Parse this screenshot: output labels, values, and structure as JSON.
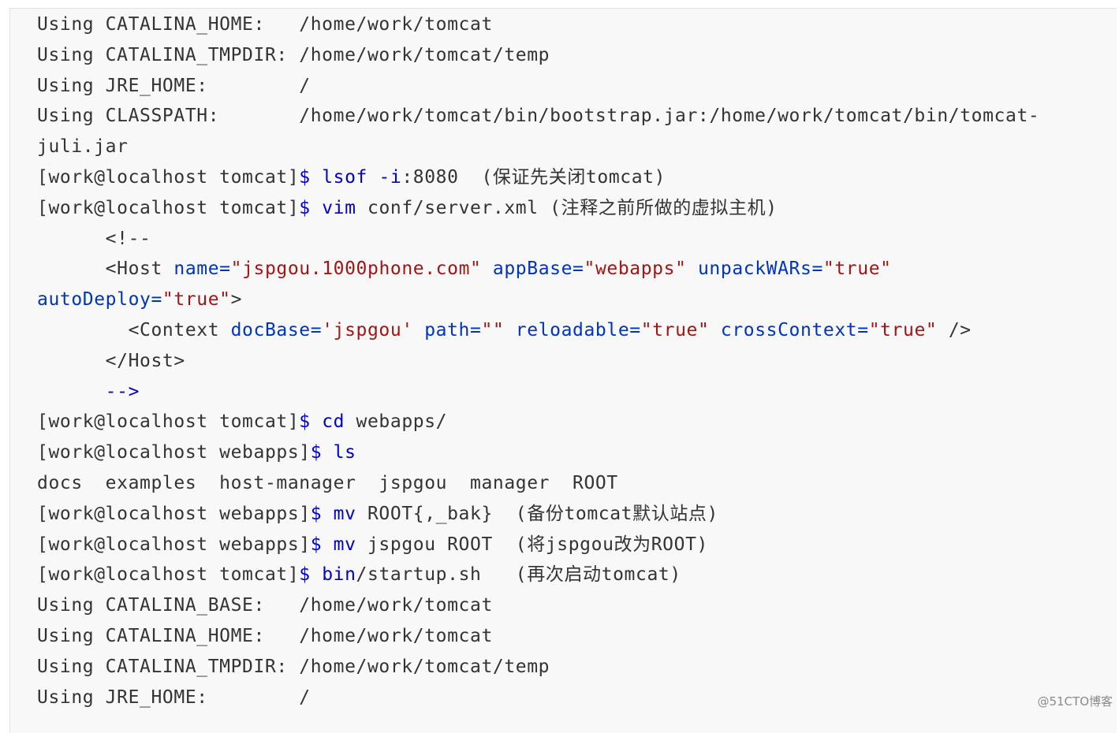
{
  "lines": {
    "l1": {
      "a": "Using CATALINA_HOME:   /home/work/tomcat"
    },
    "l2": {
      "a": "Using CATALINA_TMPDIR: /home/work/tomcat/temp"
    },
    "l3": {
      "a": "Using JRE_HOME:        /"
    },
    "l4": {
      "a": "Using CLASSPATH:       /home/work/tomcat/bin/bootstrap.jar:/home/work/tomcat/bin/tomcat-"
    },
    "l5": {
      "a": "juli.jar"
    },
    "l6": {
      "prompt": "[work@localhost tomcat]",
      "dollar": "$",
      "cmd": " lsof",
      "opt": " -i",
      "rest": ":8080  (保证先关闭tomcat)"
    },
    "l7": {
      "prompt": "[work@localhost tomcat]",
      "dollar": "$",
      "cmd": " vim",
      "rest": " conf/server.xml (注释之前所做的虚拟主机)"
    },
    "l8": {
      "a": "      <!--"
    },
    "l9": {
      "pre": "      <Host ",
      "a1": "name=",
      "v1": "\"jspgou.1000phone.com\"",
      "a2": " appBase=",
      "v2": "\"webapps\"",
      "a3": " unpackWARs=",
      "v3": "\"true\""
    },
    "l10": {
      "a4": "autoDeploy=",
      "v4": "\"true\"",
      "post": ">"
    },
    "l11": {
      "pre": "        <Context ",
      "a1": "docBase=",
      "v1": "'jspgou'",
      "a2": " path=",
      "v2": "\"\"",
      "a3": " reloadable=",
      "v3": "\"true\"",
      "a4": " crossContext=",
      "v4": "\"true\"",
      "post": " />"
    },
    "l12": {
      "a": "      </Host>"
    },
    "l13": {
      "a": "      -->"
    },
    "l14": {
      "prompt": "[work@localhost tomcat]",
      "dollar": "$",
      "cmd": " cd",
      "rest": " webapps/"
    },
    "l15": {
      "prompt": "[work@localhost webapps]",
      "dollar": "$",
      "cmd": " ls"
    },
    "l16": {
      "a": "docs  examples  host-manager  jspgou  manager  ROOT"
    },
    "l17": {
      "prompt": "[work@localhost webapps]",
      "dollar": "$",
      "cmd": " mv",
      "rest": " ROOT{,_bak}  (备份tomcat默认站点)"
    },
    "l18": {
      "prompt": "[work@localhost webapps]",
      "dollar": "$",
      "cmd": " mv",
      "rest": " jspgou ROOT  (将jspgou改为ROOT)"
    },
    "l19": {
      "prompt": "[work@localhost tomcat]",
      "dollar": "$",
      "cmd": " bin",
      "rest": "/startup.sh   (再次启动tomcat)"
    },
    "l20": {
      "a": "Using CATALINA_BASE:   /home/work/tomcat"
    },
    "l21": {
      "a": "Using CATALINA_HOME:   /home/work/tomcat"
    },
    "l22": {
      "a": "Using CATALINA_TMPDIR: /home/work/tomcat/temp"
    },
    "l23": {
      "a": "Using JRE_HOME:        /"
    }
  },
  "watermark": "@51CTO博客",
  "colors": {
    "keyword": "#0000cc",
    "string": "#a31515",
    "attribute": "#0033bb",
    "text": "#333333",
    "background": "#f8f8f8"
  }
}
